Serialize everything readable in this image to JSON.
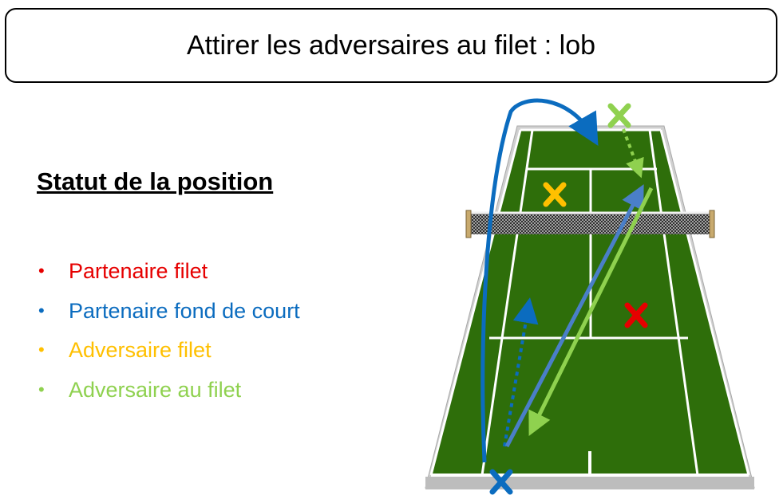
{
  "title": "Attirer les adversaires au filet : lob",
  "status_heading": "Statut de la position",
  "legend": [
    {
      "label": "Partenaire filet",
      "color": "#e60000"
    },
    {
      "label": "Partenaire fond de court",
      "color": "#0b6cbf"
    },
    {
      "label": "Adversaire filet",
      "color": "#ffc000"
    },
    {
      "label": "Adversaire au filet",
      "color": "#8fd14f"
    }
  ],
  "colors": {
    "court": "#2e6e0a",
    "court_border": "#c8c8c8",
    "lines": "#ffffff",
    "partenaire_filet": "#e60000",
    "partenaire_fond": "#0b6cbf",
    "adversaire_filet": "#ffc000",
    "adversaire_au_filet": "#8fd14f",
    "shot_arrow": "#4a7fc8"
  }
}
